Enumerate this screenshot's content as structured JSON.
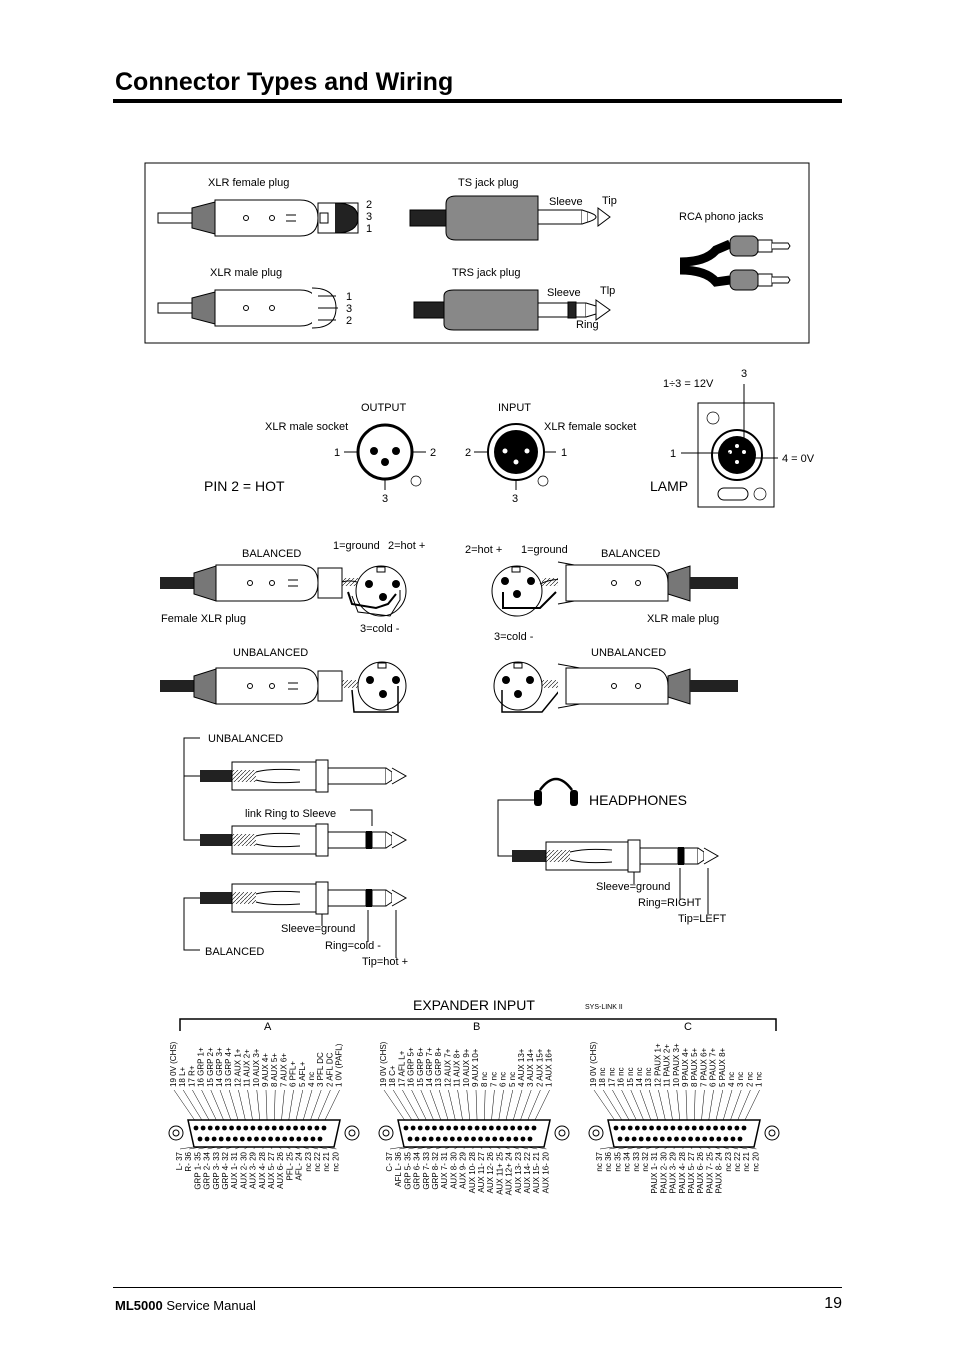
{
  "page": {
    "title": "Connector Types and Wiring",
    "footer_model": "ML5000",
    "footer_text": "Service Manual",
    "page_number": "19"
  },
  "connectors": {
    "xlr_female_plug": "XLR female plug",
    "xlr_male_plug": "XLR male plug",
    "ts_jack_plug": "TS jack plug",
    "trs_jack_plug": "TRS jack plug",
    "rca_phono_jacks": "RCA phono jacks",
    "sleeve": "Sleeve",
    "tip": "Tip",
    "tip2": "Tlp",
    "ring": "Ring",
    "pin_2": "2",
    "pin_3": "3",
    "pin_1": "1"
  },
  "sockets": {
    "output": "OUTPUT",
    "input": "INPUT",
    "xlr_male_socket": "XLR male socket",
    "xlr_female_socket": "XLR female socket",
    "pin2_hot": "PIN 2 = HOT",
    "lamp": "LAMP",
    "lamp_12v": "1÷3 = 12V",
    "lamp_0v": "4 = 0V",
    "n1": "1",
    "n2": "2",
    "n3": "3"
  },
  "xlr_wiring": {
    "balanced": "BALANCED",
    "unbalanced": "UNBALANCED",
    "ground": "1=ground",
    "hot": "2=hot +",
    "hot_left": "2=hot +",
    "cold": "3=cold -",
    "female_xlr_plug": "Female XLR plug",
    "xlr_male_plug": "XLR male plug"
  },
  "jack_wiring": {
    "unbalanced": "UNBALANCED",
    "link": "link Ring to Sleeve",
    "balanced": "BALANCED",
    "sleeve_ground": "Sleeve=ground",
    "ring_cold": "Ring=cold -",
    "tip_hot": "Tip=hot +",
    "headphones": "HEADPHONES",
    "hp_sleeve": "Sleeve=ground",
    "hp_ring": "Ring=RIGHT",
    "hp_tip": "Tip=LEFT"
  },
  "expander": {
    "title": "EXPANDER INPUT",
    "subtitle": "SYS-LINK II",
    "a_label": "A",
    "b_label": "B",
    "c_label": "C",
    "a_top": [
      "19 0V (CHS)",
      "18 L+",
      "17 R+",
      "16 GRP 1+",
      "15 GRP 2+",
      "14 GRP 3+",
      "13 GRP 4+",
      "12 AUX 1+",
      "11 AUX 2+",
      "10 AUX 3+",
      "9 AUX 4+",
      "8 AUX 5+",
      "7 AUX 6+",
      "6 PFL+",
      "5 AFL+",
      "4 nc",
      "3 PFL DC",
      "2 AFL DC",
      "1 0V (PAFL)"
    ],
    "a_bottom": [
      "L- 37",
      "R- 36",
      "GRP 1- 35",
      "GRP 2- 34",
      "GRP 3- 33",
      "GRP 4- 32",
      "AUX 1- 31",
      "AUX 2- 30",
      "AUX 3- 29",
      "AUX 4- 28",
      "AUX 5- 27",
      "AUX 6- 26",
      "PFL- 25",
      "AFL- 24",
      "nc 23",
      "nc 22",
      "nc 21",
      "nc 20"
    ],
    "b_top": [
      "19 0V (CHS)",
      "18 C+",
      "17 AFL L+",
      "16 GRP 5+",
      "15 GRP 6+",
      "14 GRP 7+",
      "13 GRP 8+",
      "12 AUX 7+",
      "11 AUX 8+",
      "10 AUX 9+",
      "9 AUX 10+",
      "8 nc",
      "7 nc",
      "6 nc",
      "5 nc",
      "4 AUX 13+",
      "3 AUX 14+",
      "2 AUX 15+",
      "1 AUX 16+"
    ],
    "b_bottom": [
      "C- 37",
      "AFL L- 36",
      "GRP 5- 35",
      "GRP 6- 34",
      "GRP 7- 33",
      "GRP 8- 32",
      "AUX 7- 31",
      "AUX 8- 30",
      "AUX 9- 29",
      "AUX 10- 28",
      "AUX 11- 27",
      "AUX 12- 26",
      "AUX 11+ 25",
      "AUX 12+ 24",
      "AUX 13- 23",
      "AUX 14- 22",
      "AUX 15- 21",
      "AUX 16- 20"
    ],
    "c_top": [
      "19 0V (CHS)",
      "18 nc",
      "17 nc",
      "16 nc",
      "15 nc",
      "14 nc",
      "13 nc",
      "12 PAUX 1+",
      "11 PAUX 2+",
      "10 PAUX 3+",
      "9 PAUX 4+",
      "8 PAUX 5+",
      "7 PAUX 6+",
      "6 PAUX 7+",
      "5 PAUX 8+",
      "4 nc",
      "3 nc",
      "2 nc",
      "1 nc"
    ],
    "c_bottom": [
      "nc 37",
      "nc 36",
      "nc 35",
      "nc 34",
      "nc 33",
      "nc 32",
      "PAUX 1- 31",
      "PAUX 2- 30",
      "PAUX 3- 29",
      "PAUX 4- 28",
      "PAUX 5- 27",
      "PAUX 6- 26",
      "PAUX 7- 25",
      "PAUX 8- 24",
      "nc 23",
      "nc 22",
      "nc 21",
      "nc 20"
    ]
  }
}
